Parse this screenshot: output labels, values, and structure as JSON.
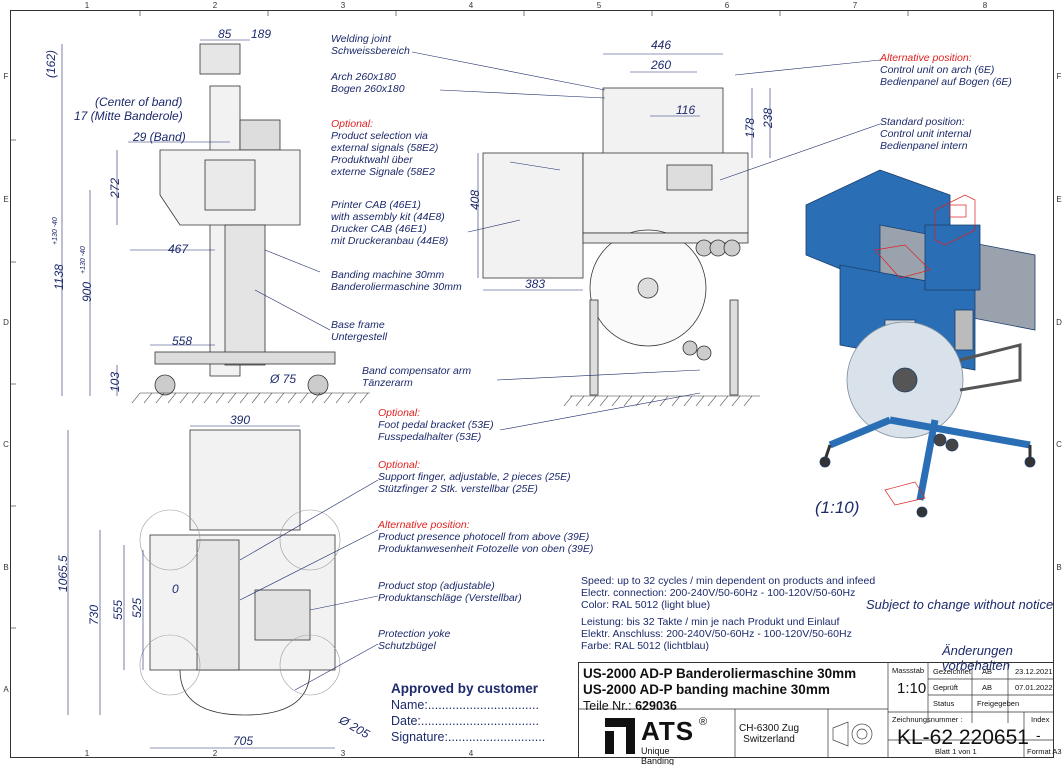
{
  "zones": {
    "columns": [
      "1",
      "2",
      "3",
      "4",
      "5",
      "6",
      "7",
      "8"
    ],
    "rows": [
      "F",
      "E",
      "D",
      "C",
      "B",
      "A"
    ]
  },
  "dims": {
    "d162": "(162)",
    "d85": "85",
    "d189": "189",
    "center_band_1": "(Center of band)",
    "center_band_2": "17 (Mitte Banderole)",
    "band_29": "29 (Band)",
    "d272": "272",
    "d1138": "1138",
    "d1138_tol": "+130 -40",
    "d900": "900",
    "d900_tol": "+130 -40",
    "d467": "467",
    "d558": "558",
    "d103": "103",
    "d75": "Ø 75",
    "d446": "446",
    "d260": "260",
    "d116": "116",
    "d178": "178",
    "d238": "238",
    "d408": "408",
    "d383": "383",
    "d390": "390",
    "d1065": "1065.5",
    "d730": "730",
    "d555": "555",
    "d525": "525",
    "d0": "0",
    "d705": "705",
    "d205": "Ø 205"
  },
  "notes": {
    "welding": [
      "Welding joint",
      "Schweissbereich"
    ],
    "arch": [
      "Arch 260x180",
      "Bogen 260x180"
    ],
    "optional_label": "Optional:",
    "product_selection": [
      "Product selection via",
      "external signals (58E2)",
      "Produktwahl über",
      "externe Signale (58E2"
    ],
    "printer": [
      "Printer CAB (46E1)",
      "with assembly kit (44E8)",
      "Drucker CAB (46E1)",
      "mit Druckeranbau (44E8)"
    ],
    "banding": [
      "Banding machine 30mm",
      "Banderoliermaschine 30mm"
    ],
    "base": [
      "Base frame",
      "Untergestell"
    ],
    "compensator": [
      "Band compensator arm",
      "Tänzerarm"
    ],
    "foot_pedal": [
      "Foot pedal bracket (53E)",
      "Fusspedalhalter (53E)"
    ],
    "support_finger": [
      "Support finger, adjustable, 2 pieces (25E)",
      "Stützfinger 2 Stk. verstellbar (25E)"
    ],
    "alt_position_label": "Alternative position:",
    "photocell": [
      "Product presence photocell from above (39E)",
      "Produktanwesenheit Fotozelle von oben (39E)"
    ],
    "product_stop": [
      "Product stop (adjustable)",
      "Produktanschläge (Verstellbar)"
    ],
    "protection": [
      "Protection yoke",
      "Schutzbügel"
    ],
    "alt_control": [
      "Control unit on arch (6E)",
      "Bedienpanel auf Bogen (6E)"
    ],
    "std_position": [
      "Standard position:",
      "Control unit internal",
      "Bedienpanel intern"
    ]
  },
  "specs": {
    "en": [
      "Speed: up to 32 cycles / min dependent on products and infeed",
      "Electr. connection: 200-240V/50-60Hz - 100-120V/50-60Hz",
      "Color: RAL 5012  (light blue)"
    ],
    "de": [
      "Leistung: bis 32 Takte / min je nach Produkt und Einlauf",
      "Elektr. Anschluss: 200-240V/50-60Hz - 100-120V/50-60Hz",
      "Farbe: RAL 5012 (lichtblau)"
    ],
    "subject_change": "Subject to change without notice",
    "aenderungen": "Änderungen vorbehalten",
    "scale_view": "(1:10)"
  },
  "approval": {
    "head": "Approved by customer",
    "name": "Name:................................",
    "date": "Date:..................................",
    "signature": "Signature:............................"
  },
  "title_block": {
    "title_de": "US-2000 AD-P Banderoliermaschine 30mm",
    "title_en": "US-2000 AD-P banding machine 30mm",
    "part_label": "Teile Nr.: ",
    "part_number": "629036",
    "massstab": "Massstab",
    "scale": "1:10",
    "gezeichnet": "Gezeichnet",
    "gepruft": "Geprüft",
    "status": "Status",
    "ab1": "AB",
    "ab2": "AB",
    "freigegeben": "Freigegeben",
    "date1": "23.12.2021",
    "date2": "07.01.2022",
    "zeichnungsnummer": "Zeichnungsnummer :",
    "index": "Index",
    "drawing_number": "KL-62 220651",
    "index_val": "-",
    "blatt": "Blatt 1 von 1",
    "format": "Format A3",
    "logo": "ATS",
    "logo_reg": "®",
    "logo_sub": "Unique Banding",
    "address": [
      "CH-6300 Zug",
      "Switzerland"
    ]
  },
  "colors": {
    "ink": "#1d2a6b",
    "red": "#e02020",
    "machine_blue": "#2a6fb5",
    "machine_grey": "#9aa3ad"
  }
}
